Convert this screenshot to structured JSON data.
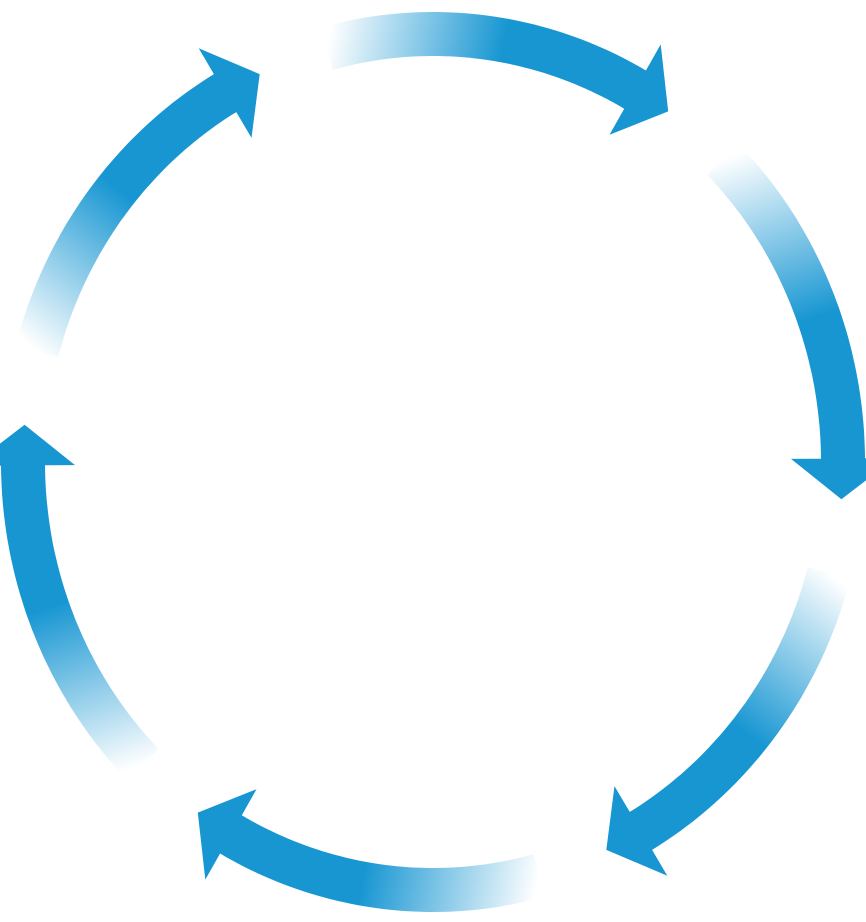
{
  "diagram": {
    "type": "cycle",
    "direction": "clockwise",
    "arrow_count": 6,
    "labels": [],
    "colors": {
      "arrow": "#1796d2",
      "fade": "#ffffff",
      "background": "#ffffff"
    },
    "icons": [
      "curved-arrow-icon"
    ]
  }
}
